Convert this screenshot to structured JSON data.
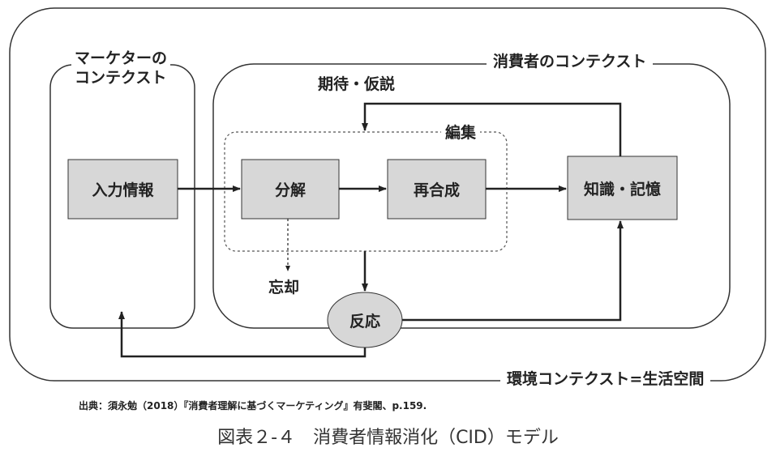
{
  "regions": {
    "environment": "環境コンテクスト=生活空間",
    "consumer": "消費者のコンテクスト",
    "marketer_line1": "マーケターの",
    "marketer_line2": "コンテクスト",
    "edit": "編集"
  },
  "nodes": {
    "input": "入力情報",
    "decompose": "分解",
    "recompose": "再合成",
    "knowledge": "知識・記憶",
    "reaction": "反応"
  },
  "labels": {
    "expectation": "期待・仮説",
    "forget": "忘却"
  },
  "source": "出典：須永勉（2018）『消費者理解に基づくマーケティング』有斐閣、p.159.",
  "caption": "図表２-４　消費者情報消化（CID）モデル",
  "colors": {
    "box_fill": "#d7d7d7",
    "line": "#222222"
  }
}
